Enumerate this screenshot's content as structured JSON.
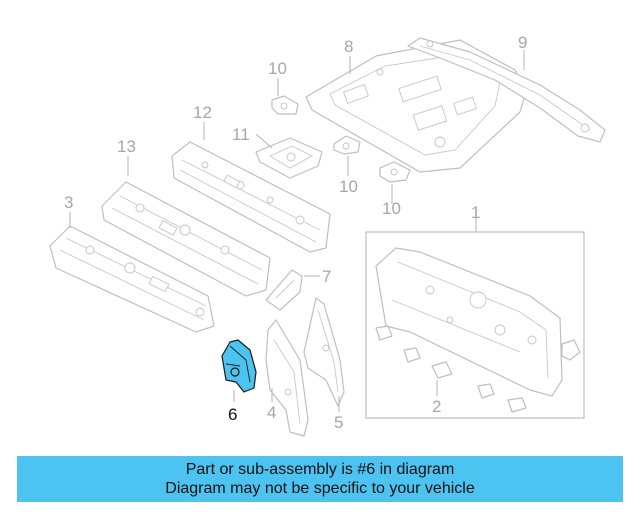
{
  "diagram": {
    "callouts": {
      "p1": "1",
      "p2": "2",
      "p3": "3",
      "p4": "4",
      "p5": "5",
      "p6": "6",
      "p7": "7",
      "p8": "8",
      "p9": "9",
      "p10a": "10",
      "p10b": "10",
      "p10c": "10",
      "p11": "11",
      "p12": "12",
      "p13": "13"
    },
    "highlighted_part": "6",
    "highlight_color": "#4cc3f0"
  },
  "banner": {
    "line1": "Part or sub-assembly is #6 in diagram",
    "line2": "Diagram may not be specific to your vehicle",
    "background": "#4cc3f0"
  }
}
